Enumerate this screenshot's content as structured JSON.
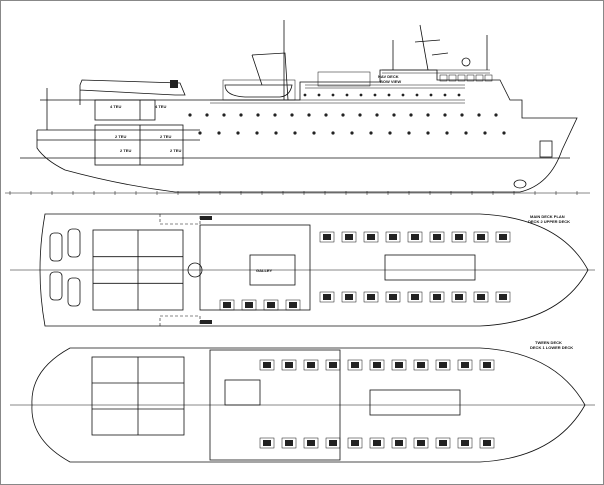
{
  "drawing": {
    "title": "General Arrangement",
    "profile": {
      "title_block": [
        "NAV DECK",
        "BOW VIEW"
      ],
      "cargo_labels": [
        "4 TEU",
        "4 TEU",
        "2 TEU",
        "2 TEU",
        "2 TEU",
        "2 TEU"
      ]
    },
    "upper_deck": {
      "title_block": [
        "MAIN DECK PLAN",
        "DECK 2 UPPER DECK"
      ],
      "room_label": "GALLEY"
    },
    "lower_deck": {
      "title_block": [
        "TWEEN DECK",
        "DECK 1 LOWER DECK"
      ]
    }
  }
}
